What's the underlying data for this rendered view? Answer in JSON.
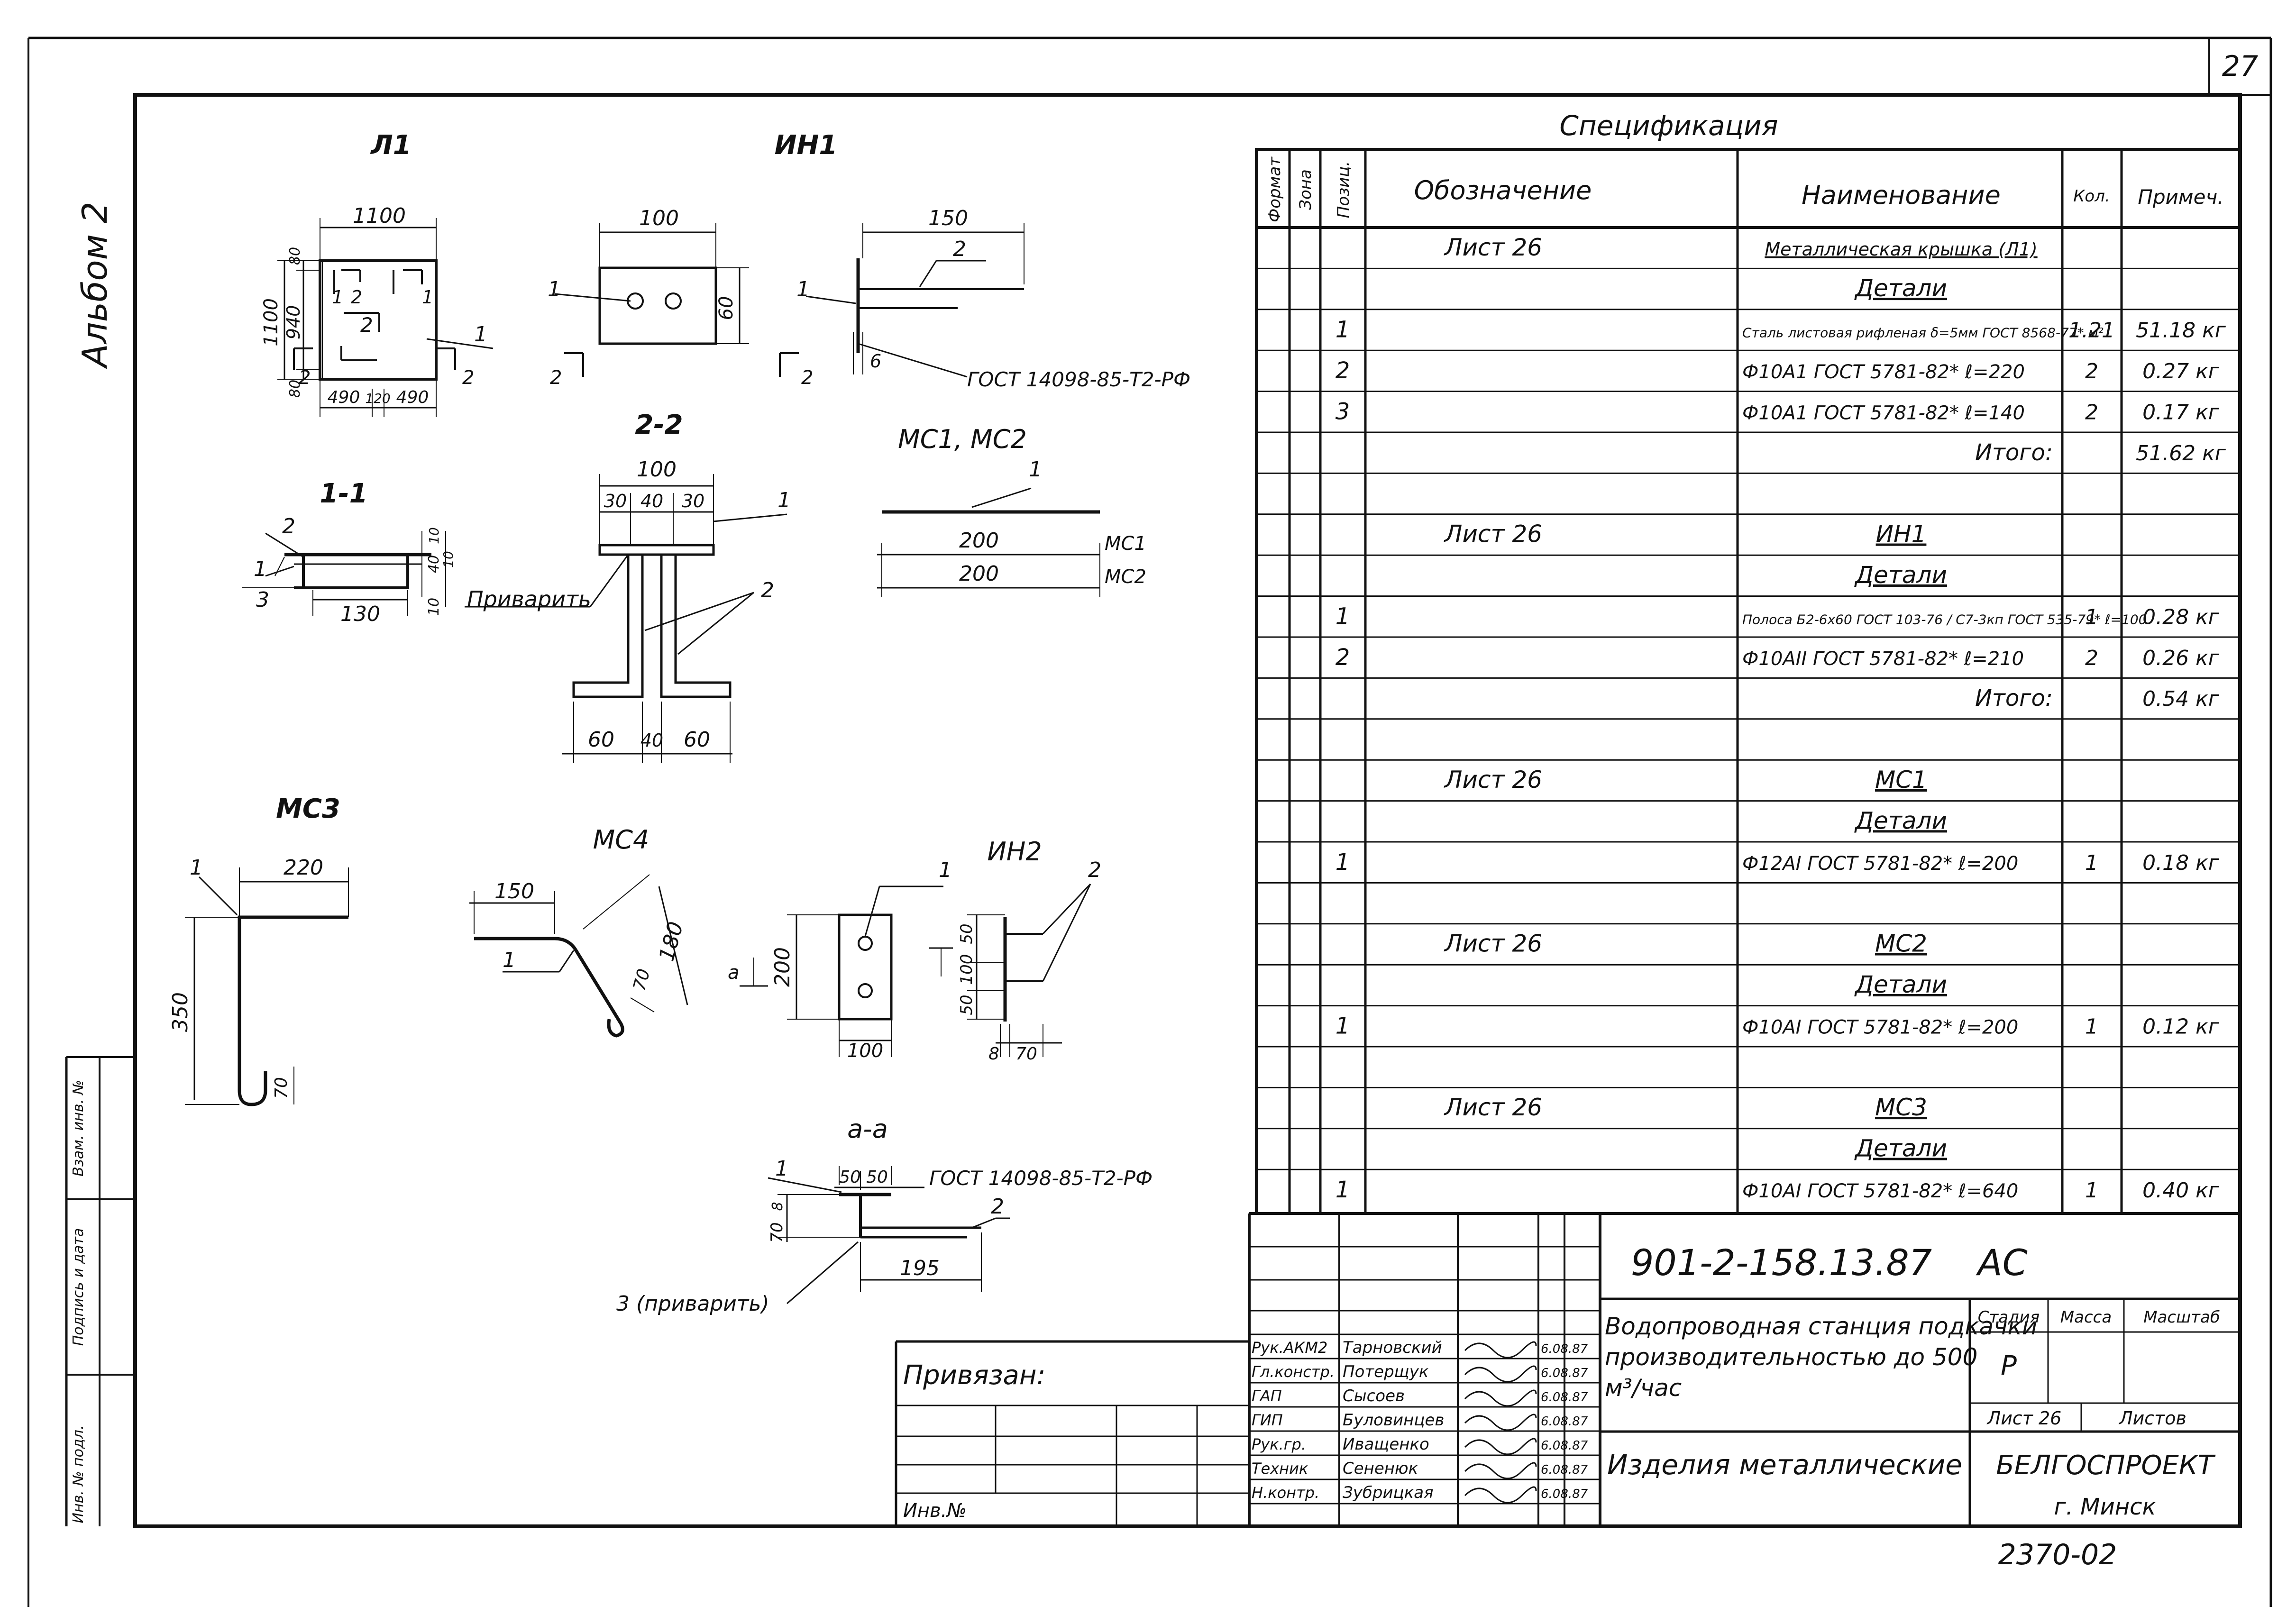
{
  "sheet": {
    "page_number": "27",
    "album_label": "Альбом 2",
    "ink_color": "#111111"
  },
  "drawings": {
    "l1": {
      "title": "Л1",
      "dims": [
        "1100",
        "1100",
        "80",
        "940",
        "80",
        "490",
        "120",
        "490"
      ],
      "marks": [
        "1",
        "2",
        "2",
        "1",
        "1",
        "2",
        "2"
      ]
    },
    "in1": {
      "title": "ИН1",
      "dims": [
        "100",
        "60",
        "150",
        "6"
      ],
      "marks": [
        "1",
        "1",
        "2",
        "2",
        "2"
      ],
      "gost": "ГОСТ 14098-85-Т2-РФ"
    },
    "s11": {
      "title": "1-1",
      "dims": [
        "130",
        "10",
        "40",
        "10",
        "10"
      ],
      "marks": [
        "2",
        "1",
        "3"
      ]
    },
    "s22": {
      "title": "2-2",
      "dims": [
        "100",
        "30",
        "40",
        "30",
        "60",
        "40",
        "60"
      ],
      "marks": [
        "1",
        "2"
      ],
      "weld_note": "Приварить"
    },
    "mc12": {
      "title": "МС1, МС2",
      "dims": [
        "200",
        "200"
      ],
      "marks": [
        "1"
      ],
      "labels": [
        "МС1",
        "МС2"
      ]
    },
    "mc3": {
      "title": "МС3",
      "dims": [
        "220",
        "350",
        "70"
      ],
      "marks": [
        "1"
      ]
    },
    "mc4": {
      "title": "МС4",
      "dims": [
        "150",
        "180",
        "70"
      ],
      "marks": [
        "1"
      ]
    },
    "in2": {
      "title": "ИН2",
      "dims": [
        "200",
        "50",
        "100",
        "50",
        "100",
        "8",
        "70"
      ],
      "marks": [
        "1",
        "2"
      ],
      "section_mark": "а"
    },
    "aa": {
      "title": "а-а",
      "dims": [
        "50",
        "50",
        "70",
        "8",
        "195"
      ],
      "marks": [
        "1",
        "2"
      ],
      "gost": "ГОСТ 14098-85-Т2-РФ",
      "weld_note": "3 (приварить)"
    }
  },
  "specification": {
    "title": "Спецификация",
    "headers": {
      "format": "Формат",
      "zone": "Зона",
      "pos": "Позиц.",
      "designation": "Обозначение",
      "name": "Наименование",
      "qty": "Кол.",
      "note": "Примеч."
    },
    "rows": [
      {
        "pos": "",
        "designation": "Лист 26",
        "name": "Металлическая крышка (Л1)",
        "qty": "",
        "note": ""
      },
      {
        "pos": "",
        "designation": "",
        "name": "Детали",
        "qty": "",
        "note": ""
      },
      {
        "pos": "1",
        "designation": "",
        "name": "Сталь листовая рифленая δ=5мм ГОСТ 8568-77* м²",
        "qty": "1.21",
        "note": "51.18 кг"
      },
      {
        "pos": "2",
        "designation": "",
        "name": "Ф10А1 ГОСТ 5781-82* ℓ=220",
        "qty": "2",
        "note": "0.27 кг"
      },
      {
        "pos": "3",
        "designation": "",
        "name": "Ф10А1 ГОСТ 5781-82* ℓ=140",
        "qty": "2",
        "note": "0.17 кг"
      },
      {
        "pos": "",
        "designation": "",
        "name": "Итого:",
        "qty": "",
        "note": "51.62 кг"
      },
      {
        "pos": "",
        "designation": "",
        "name": "",
        "qty": "",
        "note": ""
      },
      {
        "pos": "",
        "designation": "Лист 26",
        "name": "ИН1",
        "qty": "",
        "note": ""
      },
      {
        "pos": "",
        "designation": "",
        "name": "Детали",
        "qty": "",
        "note": ""
      },
      {
        "pos": "1",
        "designation": "",
        "name": "Полоса Б2-6х60 ГОСТ 103-76 / С7-3кп ГОСТ 535-79* ℓ=100",
        "qty": "1",
        "note": "0.28 кг"
      },
      {
        "pos": "2",
        "designation": "",
        "name": "Ф10АII ГОСТ 5781-82* ℓ=210",
        "qty": "2",
        "note": "0.26 кг"
      },
      {
        "pos": "",
        "designation": "",
        "name": "Итого:",
        "qty": "",
        "note": "0.54 кг"
      },
      {
        "pos": "",
        "designation": "",
        "name": "",
        "qty": "",
        "note": ""
      },
      {
        "pos": "",
        "designation": "Лист 26",
        "name": "МС1",
        "qty": "",
        "note": ""
      },
      {
        "pos": "",
        "designation": "",
        "name": "Детали",
        "qty": "",
        "note": ""
      },
      {
        "pos": "1",
        "designation": "",
        "name": "Ф12АI ГОСТ 5781-82* ℓ=200",
        "qty": "1",
        "note": "0.18 кг"
      },
      {
        "pos": "",
        "designation": "",
        "name": "",
        "qty": "",
        "note": ""
      },
      {
        "pos": "",
        "designation": "Лист 26",
        "name": "МС2",
        "qty": "",
        "note": ""
      },
      {
        "pos": "",
        "designation": "",
        "name": "Детали",
        "qty": "",
        "note": ""
      },
      {
        "pos": "1",
        "designation": "",
        "name": "Ф10АI ГОСТ 5781-82* ℓ=200",
        "qty": "1",
        "note": "0.12 кг"
      },
      {
        "pos": "",
        "designation": "",
        "name": "",
        "qty": "",
        "note": ""
      },
      {
        "pos": "",
        "designation": "Лист 26",
        "name": "МС3",
        "qty": "",
        "note": ""
      },
      {
        "pos": "",
        "designation": "",
        "name": "Детали",
        "qty": "",
        "note": ""
      },
      {
        "pos": "1",
        "designation": "",
        "name": "Ф10АI ГОСТ 5781-82* ℓ=640",
        "qty": "1",
        "note": "0.40 кг"
      }
    ]
  },
  "title_block": {
    "doc_code": "901-2-158.13.87    АС",
    "project_title": "Водопроводная станция подкачки производительностью до 500 м³/час",
    "sheet_title": "Изделия металлические",
    "stage_label": "Стадия",
    "mass_label": "Масса",
    "scale_label": "Масштаб",
    "stage_value": "Р",
    "sheet_label": "Лист 26",
    "sheets_label": "Листов",
    "organization": "БЕЛГОСПРОЕКТ",
    "city": "г. Минск",
    "signatures": [
      {
        "role": "Рук.АКМ2",
        "name": "Тарновский",
        "date": "6.08.87"
      },
      {
        "role": "Гл.констр.",
        "name": "Потерщук",
        "date": "6.08.87"
      },
      {
        "role": "ГАП",
        "name": "Сысоев",
        "date": "6.08.87"
      },
      {
        "role": "ГИП",
        "name": "Буловинцев",
        "date": "6.08.87"
      },
      {
        "role": "Рук.гр.",
        "name": "Иващенко",
        "date": "6.08.87"
      },
      {
        "role": "Техник",
        "name": "Сененюк",
        "date": "6.08.87"
      },
      {
        "role": "Н.контр.",
        "name": "Зубрицкая",
        "date": "6.08.87"
      }
    ],
    "binding_label": "Привязан:",
    "inv_label": "Инв.№",
    "order_number": "2370-02"
  },
  "side_stamps": {
    "inv_podl": "Инв. № подл.",
    "sign_date": "Подпись и дата",
    "inv_dubl": "Взам. инв. №"
  }
}
